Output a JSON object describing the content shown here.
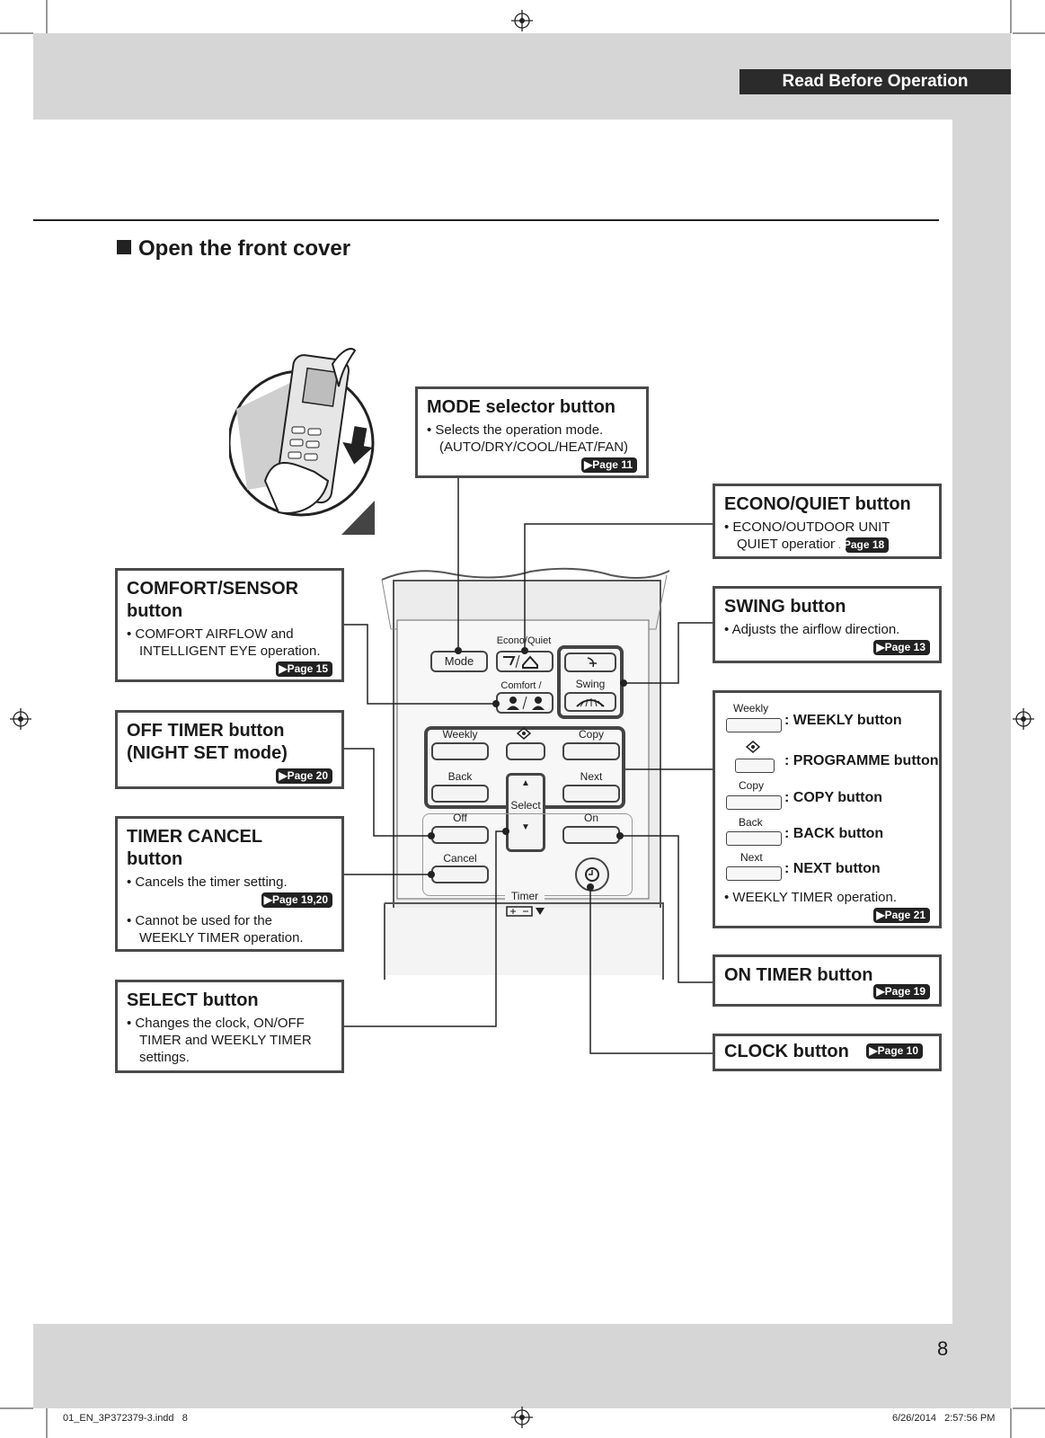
{
  "header": {
    "section_tag": "Read Before Operation"
  },
  "section": {
    "title": "Open the front cover"
  },
  "mode_box": {
    "title": "MODE selector button",
    "bullet1": "Selects the operation mode.",
    "bullet1b": "(AUTO/DRY/COOL/HEAT/FAN)",
    "page": "Page 11"
  },
  "econo_box": {
    "title": "ECONO/QUIET button",
    "bullet1": "ECONO/OUTDOOR UNIT",
    "bullet1b": "QUIET operation.",
    "page": "Page 18"
  },
  "comfort_box": {
    "title": "COMFORT/SENSOR",
    "title2": "button",
    "bullet1": "COMFORT AIRFLOW and",
    "bullet1b": "INTELLIGENT EYE operation.",
    "page": "Page 15"
  },
  "swing_box": {
    "title": "SWING button",
    "bullet1": "Adjusts the airflow direction.",
    "page": "Page 13"
  },
  "offtimer_box": {
    "title": "OFF TIMER button",
    "title2": "(NIGHT SET mode)",
    "page": "Page 20"
  },
  "weekly_box": {
    "weekly_label": "Weekly",
    "weekly_text": ": WEEKLY button",
    "programme_text": ": PROGRAMME button",
    "copy_label": "Copy",
    "copy_text": ": COPY button",
    "back_label": "Back",
    "back_text": ": BACK button",
    "next_label": "Next",
    "next_text": ": NEXT button",
    "bullet1": "WEEKLY TIMER operation.",
    "page": "Page 21"
  },
  "cancel_box": {
    "title": "TIMER CANCEL",
    "title2": "button",
    "bullet1": "Cancels the timer setting.",
    "page": "Page 19,20",
    "bullet2": "Cannot be used for the",
    "bullet2b": "WEEKLY TIMER operation."
  },
  "ontimer_box": {
    "title": "ON TIMER button",
    "page": "Page 19"
  },
  "select_box": {
    "title": "SELECT button",
    "bullet1": "Changes the clock, ON/OFF",
    "bullet1b": "TIMER and WEEKLY TIMER",
    "bullet1c": "settings."
  },
  "clock_box": {
    "title": "CLOCK button",
    "page": "Page 10"
  },
  "remote": {
    "mode": "Mode",
    "econo_quiet": "Econo/Quiet",
    "comfort_sensor": "Comfort / Sensor",
    "swing": "Swing",
    "weekly": "Weekly",
    "copy": "Copy",
    "back": "Back",
    "next": "Next",
    "off": "Off",
    "on": "On",
    "select": "Select",
    "cancel": "Cancel",
    "timer": "Timer"
  },
  "page_number": "8",
  "footer": {
    "file": "01_EN_3P372379-3.indd   8",
    "date": "6/26/2014   2:57:56 PM"
  }
}
